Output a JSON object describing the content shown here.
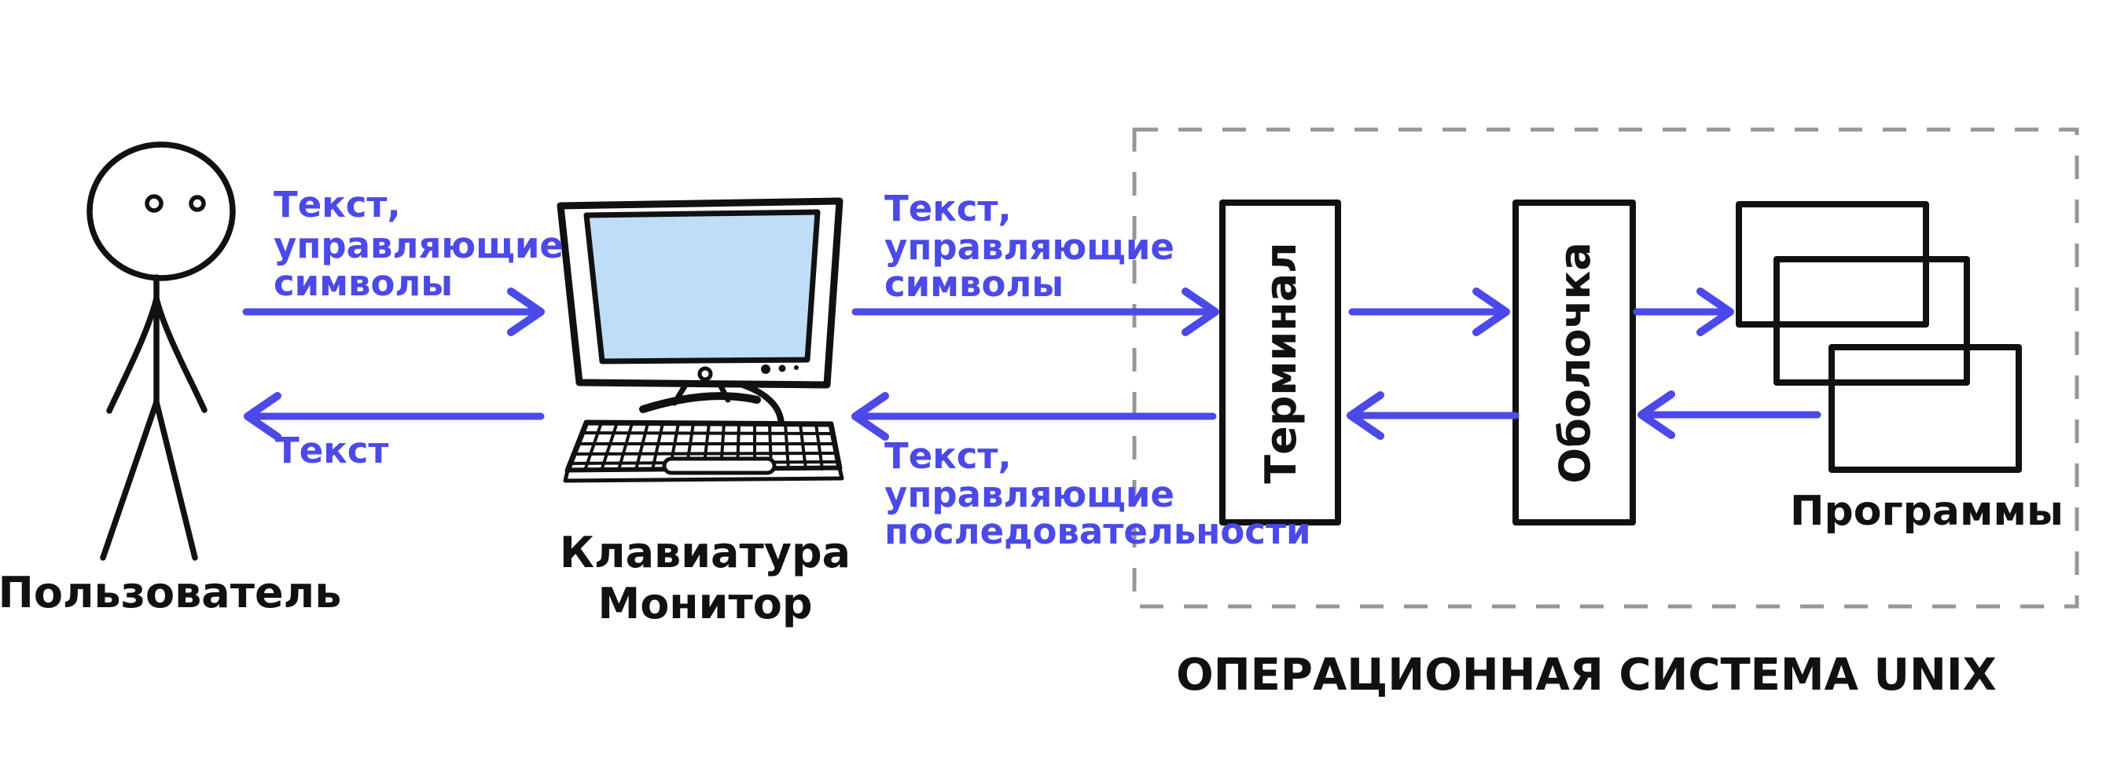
{
  "figures": {
    "user_label": "Пользователь",
    "computer_label_lines": [
      "Клавиатура",
      "Монитор"
    ]
  },
  "os_box": {
    "label": "ОПЕРАЦИОННАЯ СИСТЕМА UNIX",
    "terminal_label": "Терминал",
    "shell_label": "Оболочка",
    "programs_label": "Программы"
  },
  "flows": {
    "user_to_computer": [
      "Текст,",
      "управляющие",
      "символы"
    ],
    "computer_to_user": [
      "Текст"
    ],
    "computer_to_terminal": [
      "Текст,",
      "управляющие",
      "символы"
    ],
    "terminal_to_computer": [
      "Текст,",
      "управляющие",
      "последовательности"
    ]
  },
  "colors": {
    "arrow_blue": "#4b49e8",
    "ink_black": "#111111",
    "dashed_gray": "#979797",
    "screen_blue": "#bfddf7"
  }
}
